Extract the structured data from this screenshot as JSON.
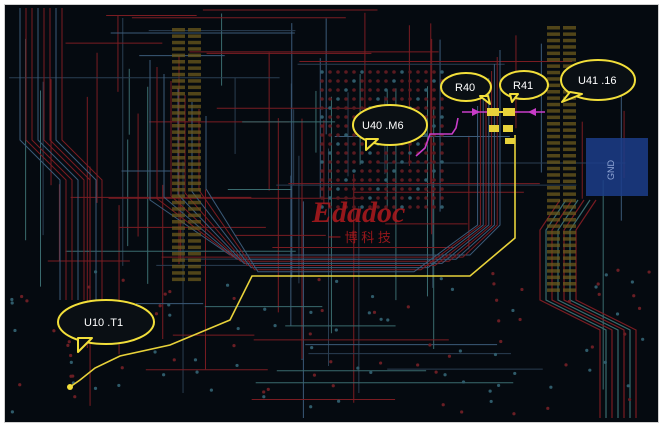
{
  "board": {
    "background": "#050a10",
    "trace_red": "#7a1c22",
    "trace_blue": "#3b5a78",
    "trace_teal": "#3a6b6e",
    "highlight_yellow": "#f2df3a",
    "highlight_magenta": "#c83cc8",
    "gnd_block": "#1c3d8a",
    "gnd_label": "GND"
  },
  "callouts": [
    {
      "name": "callout-u10",
      "text": "U10    .T1"
    },
    {
      "name": "callout-u40",
      "text": "U40    .M6"
    },
    {
      "name": "callout-r40",
      "text": "R40"
    },
    {
      "name": "callout-r41",
      "text": "R41"
    },
    {
      "name": "callout-u41",
      "text": "U41     .16"
    }
  ],
  "watermark": {
    "brand": "Edadoc",
    "tagline": "一 博 科 技",
    "color": "#b01a1e"
  }
}
